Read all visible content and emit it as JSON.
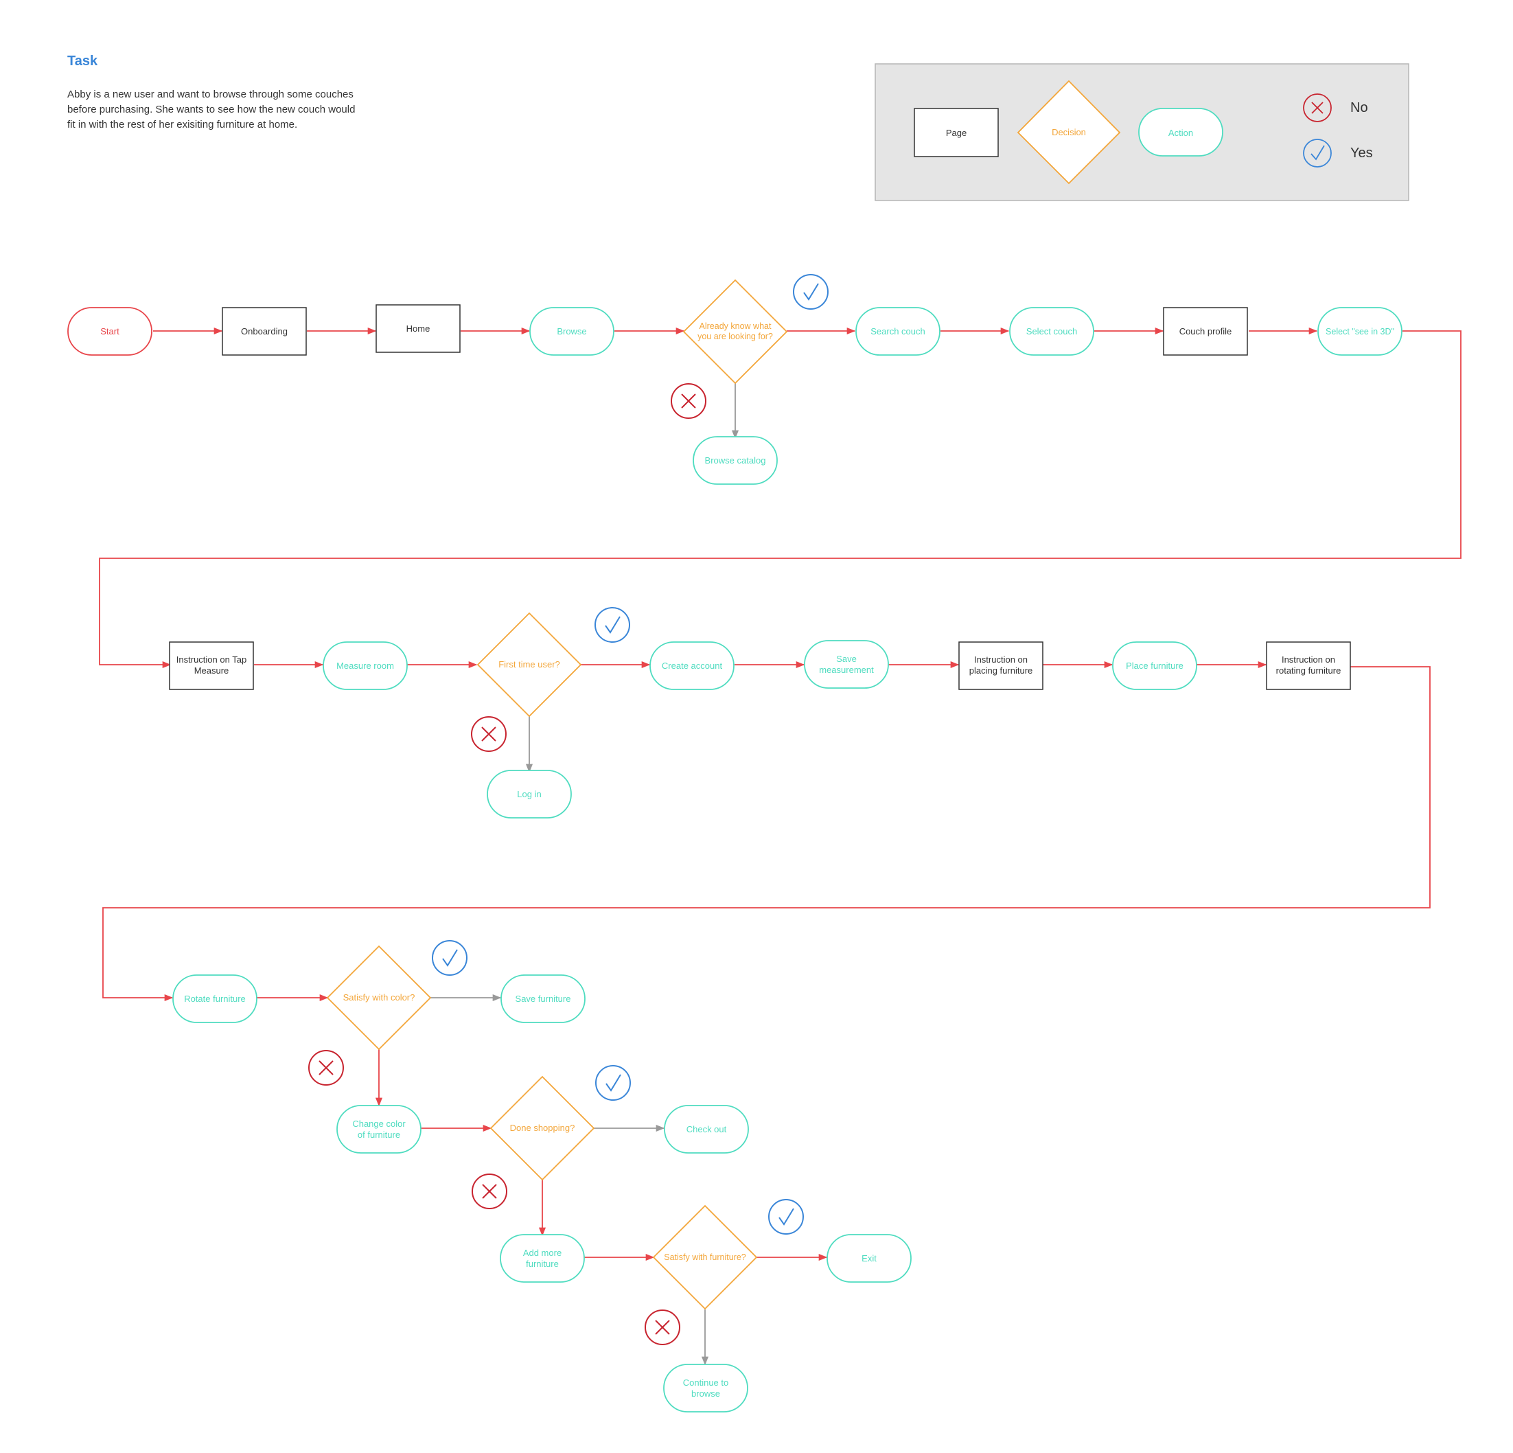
{
  "task": {
    "title": "Task",
    "lines": [
      "Abby is a new user and want to browse through some couches",
      "before purchasing. She wants to see how the new couch would",
      "fit in with the rest of her exisiting furniture at home."
    ]
  },
  "legend": {
    "page": "Page",
    "decision": "Decision",
    "action": "Action",
    "no": "No",
    "yes": "Yes"
  },
  "colors": {
    "red": "#e8454a",
    "teal": "#4fdcc0",
    "orange": "#f3a63a",
    "blue": "#3a86d8",
    "dark_red": "#c8242f",
    "grey": "#999999",
    "legend_bg": "#e5e5e5"
  },
  "nodes": {
    "start": [
      "Start"
    ],
    "onboarding": [
      "Onboarding"
    ],
    "home": [
      "Home"
    ],
    "browse": [
      "Browse"
    ],
    "already_know": [
      "Already know what",
      "you are looking for?"
    ],
    "search_couch": [
      "Search couch"
    ],
    "select_couch": [
      "Select couch"
    ],
    "couch_profile": [
      "Couch profile"
    ],
    "select_3d": [
      "Select \"see in 3D\""
    ],
    "browse_catalog": [
      "Browse catalog"
    ],
    "instruction_tap": [
      "Instruction on Tap",
      "Measure"
    ],
    "measure_room": [
      "Measure room"
    ],
    "first_time": [
      "First time user?"
    ],
    "create_account": [
      "Create account"
    ],
    "save_measurement": [
      "Save",
      "measurement"
    ],
    "instruction_placing": [
      "Instruction on",
      "placing furniture"
    ],
    "place_furniture": [
      "Place furniture"
    ],
    "instruction_rotating": [
      "Instruction on",
      "rotating furniture"
    ],
    "log_in": [
      "Log in"
    ],
    "rotate_furniture": [
      "Rotate furniture"
    ],
    "satisfy_color": [
      "Satisfy with color?"
    ],
    "save_furniture": [
      "Save furniture"
    ],
    "change_color": [
      "Change color",
      "of furniture"
    ],
    "done_shopping": [
      "Done shopping?"
    ],
    "check_out": [
      "Check out"
    ],
    "add_more": [
      "Add more",
      "furniture"
    ],
    "satisfy_furniture": [
      "Satisfy with furniture?"
    ],
    "exit": [
      "Exit"
    ],
    "continue_browse": [
      "Continue to",
      "browse"
    ]
  }
}
